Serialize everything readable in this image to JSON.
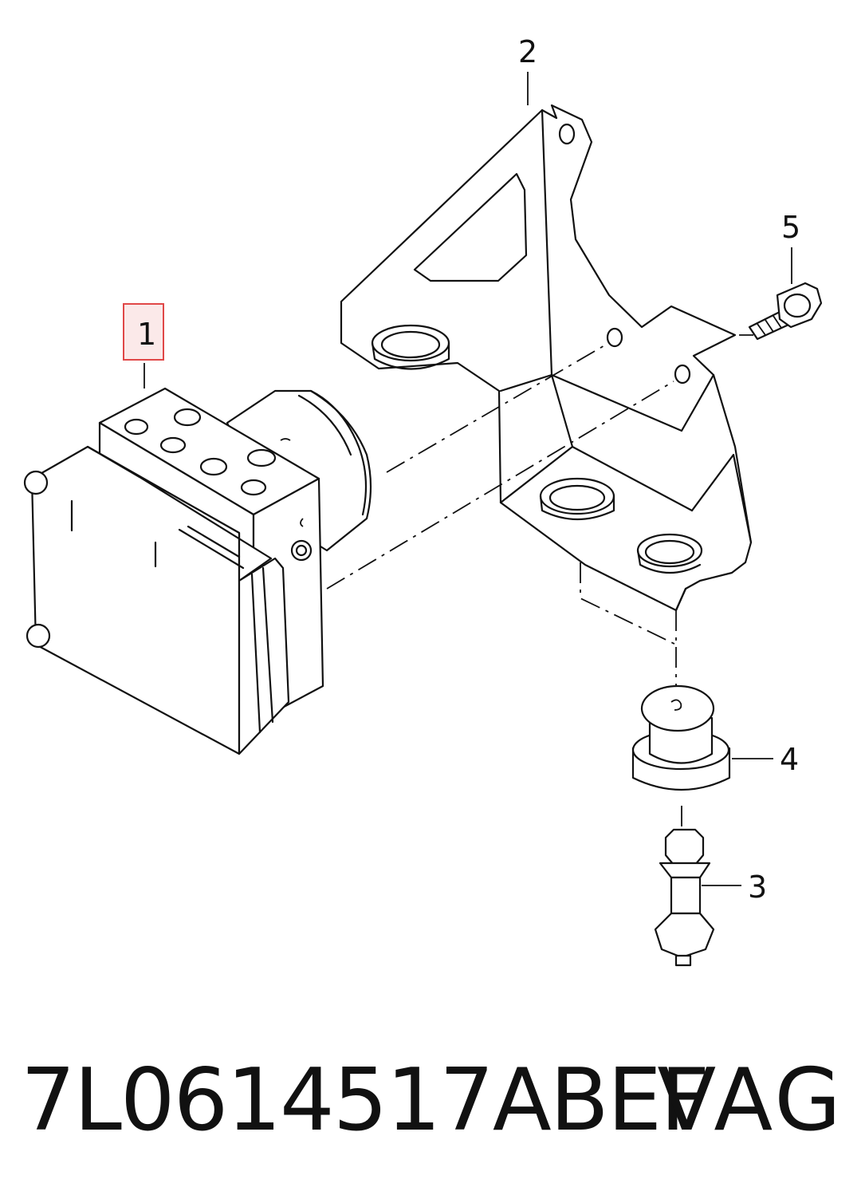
{
  "diagram": {
    "callouts": [
      {
        "id": "1",
        "label": "1",
        "highlighted": true
      },
      {
        "id": "2",
        "label": "2"
      },
      {
        "id": "3",
        "label": "3"
      },
      {
        "id": "4",
        "label": "4"
      },
      {
        "id": "5",
        "label": "5"
      }
    ],
    "highlight_color": "#e04848"
  },
  "caption": {
    "part_number": "7L0614517ABEF",
    "brand": "VAG"
  }
}
